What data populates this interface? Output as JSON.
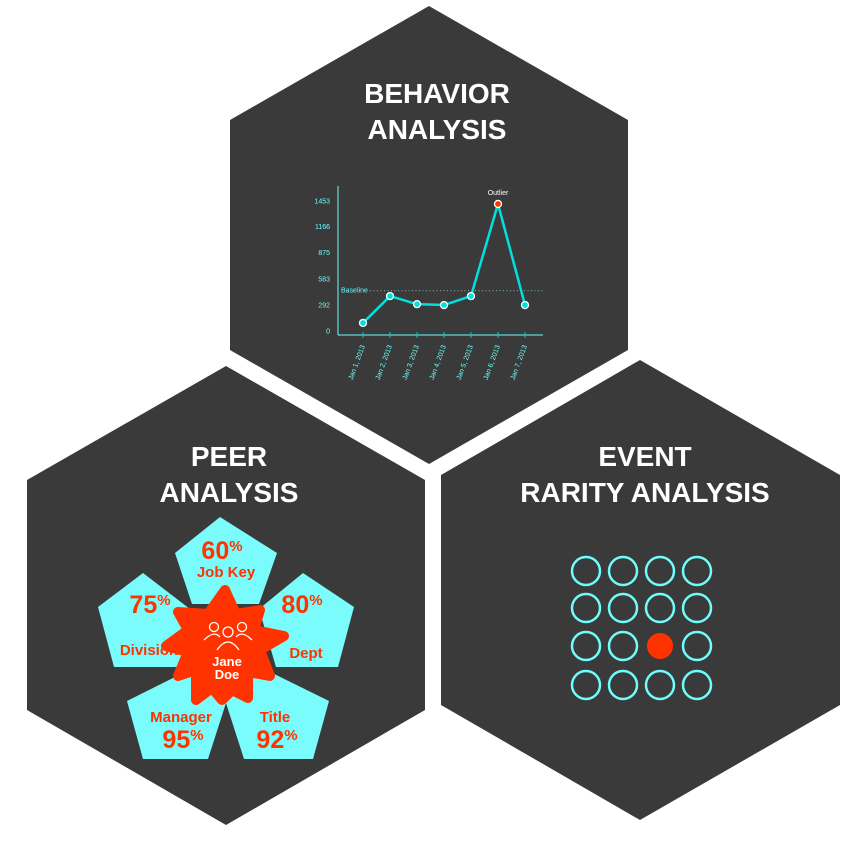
{
  "behavior": {
    "title_line1": "BEHAVIOR",
    "title_line2": "ANALYSIS"
  },
  "peer": {
    "title_line1": "PEER",
    "title_line2": "ANALYSIS",
    "person": {
      "first": "Jane",
      "last": "Doe"
    },
    "segments": [
      {
        "label": "Job Key",
        "value": "60",
        "unit": "%"
      },
      {
        "label": "Dept",
        "value": "80",
        "unit": "%"
      },
      {
        "label": "Title",
        "value": "92",
        "unit": "%"
      },
      {
        "label": "Manager",
        "value": "95",
        "unit": "%"
      },
      {
        "label": "Division",
        "value": "75",
        "unit": "%"
      }
    ]
  },
  "rarity": {
    "title_line1": "EVENT",
    "title_line2": "RARITY ANALYSIS",
    "rows": 4,
    "cols": 4,
    "highlight_index": 10
  },
  "colors": {
    "hex": "#3a3a3a",
    "accent": "#6ffcfc",
    "line": "#00e0dc",
    "alert": "#ff3300"
  },
  "chart_data": {
    "type": "line",
    "categories": [
      "Jan 1, 2013",
      "Jan 2, 2013",
      "Jan 3, 2013",
      "Jan 4, 2013",
      "Jan 5, 2013",
      "Jan 6, 2013",
      "Jan 7, 2013"
    ],
    "values": [
      90,
      390,
      300,
      290,
      390,
      1420,
      290
    ],
    "yticks": [
      "0",
      "292",
      "583",
      "875",
      "1166",
      "1453"
    ],
    "ylim": [
      0,
      1453
    ],
    "baseline": {
      "label": "Baseline",
      "value": 450
    },
    "annotation": {
      "label": "Outlier",
      "index": 5
    }
  }
}
